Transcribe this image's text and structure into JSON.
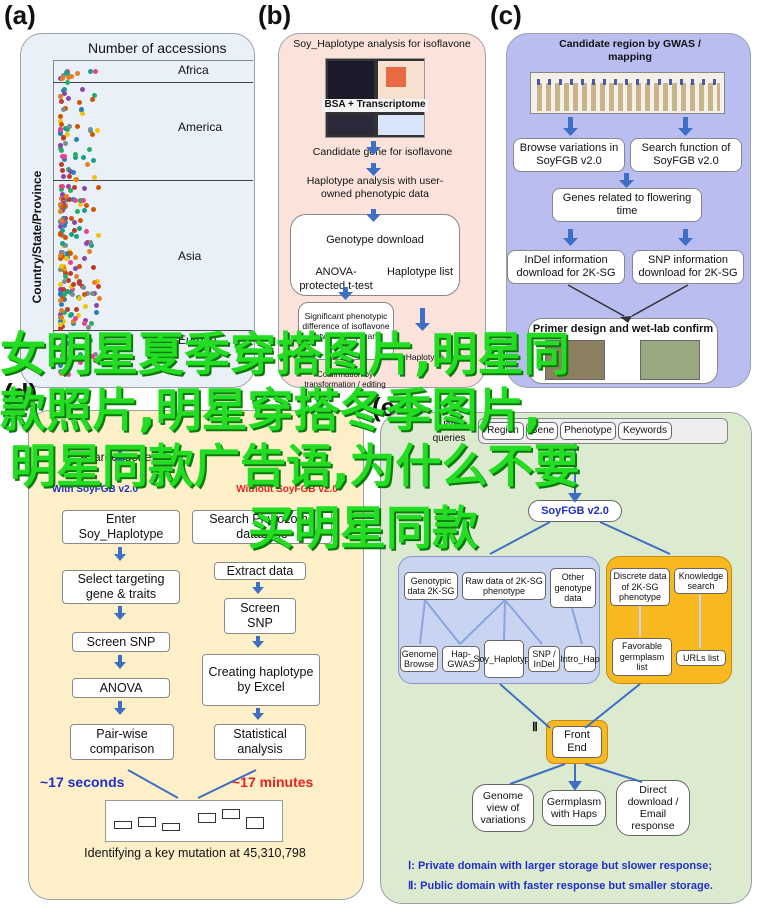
{
  "panels": {
    "a": {
      "label": "(a)",
      "title": "Number of accessions",
      "ylabel": "Country/State/Province",
      "regions": [
        "Africa",
        "America",
        "Asia",
        "Europe"
      ]
    },
    "b": {
      "label": "(b)",
      "title": "Soy_Haplotype analysis for isoflavone",
      "image_caption": "BSA + Transcriptome",
      "step1": "Candidate gene for isoflavone",
      "step2": "Haplotype analysis with user-owned phenotypic data",
      "step3": "Genotype download",
      "step4a": "ANOVA-protected t-test",
      "step4b": "Haplotype list",
      "step5": "Significant phenotypic difference of isoflavone between Hap1 and Hap2",
      "step6": "Haplotype work",
      "step7": "Confirmation by transformation / editing"
    },
    "c": {
      "label": "(c)",
      "title": "Candidate region by GWAS / mapping",
      "browse": "Browse variations in SoyFGB v2.0",
      "search": "Search function of SoyFGB v2.0",
      "genes": "Genes related to flowering time",
      "indel": "InDel information download for 2K-SG",
      "snp": "SNP information download for 2K-SG",
      "primer": "Primer design and wet-lab confirm"
    },
    "d": {
      "label": "(d)",
      "title": "A target gene",
      "with": "With SoyFGB v2.0",
      "without": "Without SoyFGB v2.0",
      "left_steps": [
        "Enter Soy_Haplotype",
        "Select targeting gene & traits",
        "Screen SNP",
        "ANOVA",
        "Pair-wise comparison"
      ],
      "right_steps": [
        "Search Phytozome database",
        "Extract data",
        "Screen SNP",
        "Creating haplotype by Excel",
        "Statistical analysis"
      ],
      "time_left": "~17 seconds",
      "time_right": "~17 minutes",
      "result": "Identifying a key mutation at 45,310,798"
    },
    "e": {
      "label": "(e)",
      "user_queries": "User queries",
      "query_tabs": [
        "Region",
        "Gene",
        "Phenotype",
        "Keywords"
      ],
      "hub": "SoyFGB v2.0",
      "blue_top": [
        "Genotypic data 2K-SG",
        "Raw data of 2K-SG phenotype",
        "Other genotype data"
      ],
      "blue_bottom": [
        "Genome Browse",
        "Hap-GWAS",
        "Soy_Haplotype",
        "SNP / InDel",
        "Intro_Hap"
      ],
      "orange_top": [
        "Discrete data of 2K-SG phenotype",
        "Knowledge search"
      ],
      "orange_bottom": [
        "Favorable germplasm list",
        "URLs list"
      ],
      "roman2": "Ⅱ",
      "frontend": "Front End",
      "outputs": [
        "Genome view of variations",
        "Germplasm with Haps",
        "Direct download / Email response"
      ],
      "legend1": "Ⅰ:  Private domain with larger storage but slower response;",
      "legend2": "Ⅱ:  Public domain with faster response but smaller storage."
    }
  },
  "overlay_text": [
    "女明星夏季穿搭图片,明星同",
    "款照片,明星穿搭冬季图片,",
    "明星同款广告语,为什么不要",
    "买明星同款"
  ],
  "colors": {
    "panel_a_bg": "#eaf0f8",
    "panel_b_bg": "#fbe3dc",
    "panel_c_bg": "#b9bdf0",
    "panel_d_bg": "#fdf0c8",
    "panel_e_bg": "#dcebd0",
    "arrow_blue": "#3f6fc4",
    "overlay_green": "#22dd22",
    "time_left": "#1f2fc8",
    "time_right": "#e8221e",
    "orange_box": "#f8b820"
  }
}
